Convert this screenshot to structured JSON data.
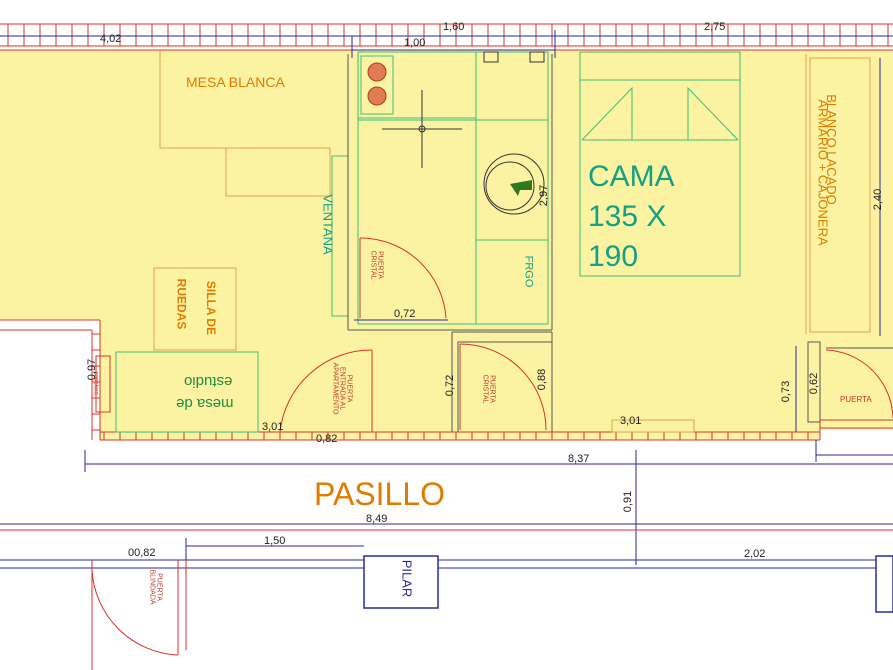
{
  "rooms": {
    "mesa_blanca": "MESA BLANCA",
    "ventana": "VENTANA",
    "cama_line1": "CAMA",
    "cama_line2": "135 X",
    "cama_line3": "190",
    "armario_line1": "ARMARIO + CAJONERA",
    "armario_line2": "BLANCO LACADO",
    "silla_line1": "SILLA DE",
    "silla_line2": "RUEDAS",
    "mesa_estudio_line1": "mesa de",
    "mesa_estudio_line2": "estudio",
    "frigo": "FRGO",
    "pasillo": "PASILLO",
    "pilar": "PILAR",
    "papelera": "papelera"
  },
  "doors": {
    "puerta_cristal_1": "PUERTA\nCRISTAL",
    "puerta_entrada": "PUERTA\nENTRADA AL\nAPARTAMENTO",
    "puerta_cristal_2": "PUERTA\nCRISTAL",
    "puerta": "PUERTA",
    "puerta_blindada": "PUERTA\nBLINDADA"
  },
  "dimensions": {
    "top_402": "4,02",
    "top_160": "1,60",
    "top_100": "1,00",
    "top_275": "2,75",
    "v_240": "2,40",
    "v_297": "2,97",
    "v_097": "0,97",
    "v_072a": "0,72",
    "v_088": "0,88",
    "v_073": "0,73",
    "v_062": "0,62",
    "v_091": "0,91",
    "h_072": "0,72",
    "h_301a": "3,01",
    "h_082": "0,82",
    "h_301b": "3,01",
    "h_837": "8,37",
    "h_849": "8,49",
    "h_150": "1,50",
    "h_0082": "00,82",
    "h_202": "2,02"
  },
  "colors": {
    "floor": "#fbf3a2",
    "wall_red": "#d9332b",
    "wall_blue": "#2a2a9a",
    "label_orange": "#e07b00",
    "label_green": "#1e8e3e",
    "label_cyan": "#14a085",
    "outline_green": "#3bbf7a",
    "outline_orange": "#e0a050"
  }
}
